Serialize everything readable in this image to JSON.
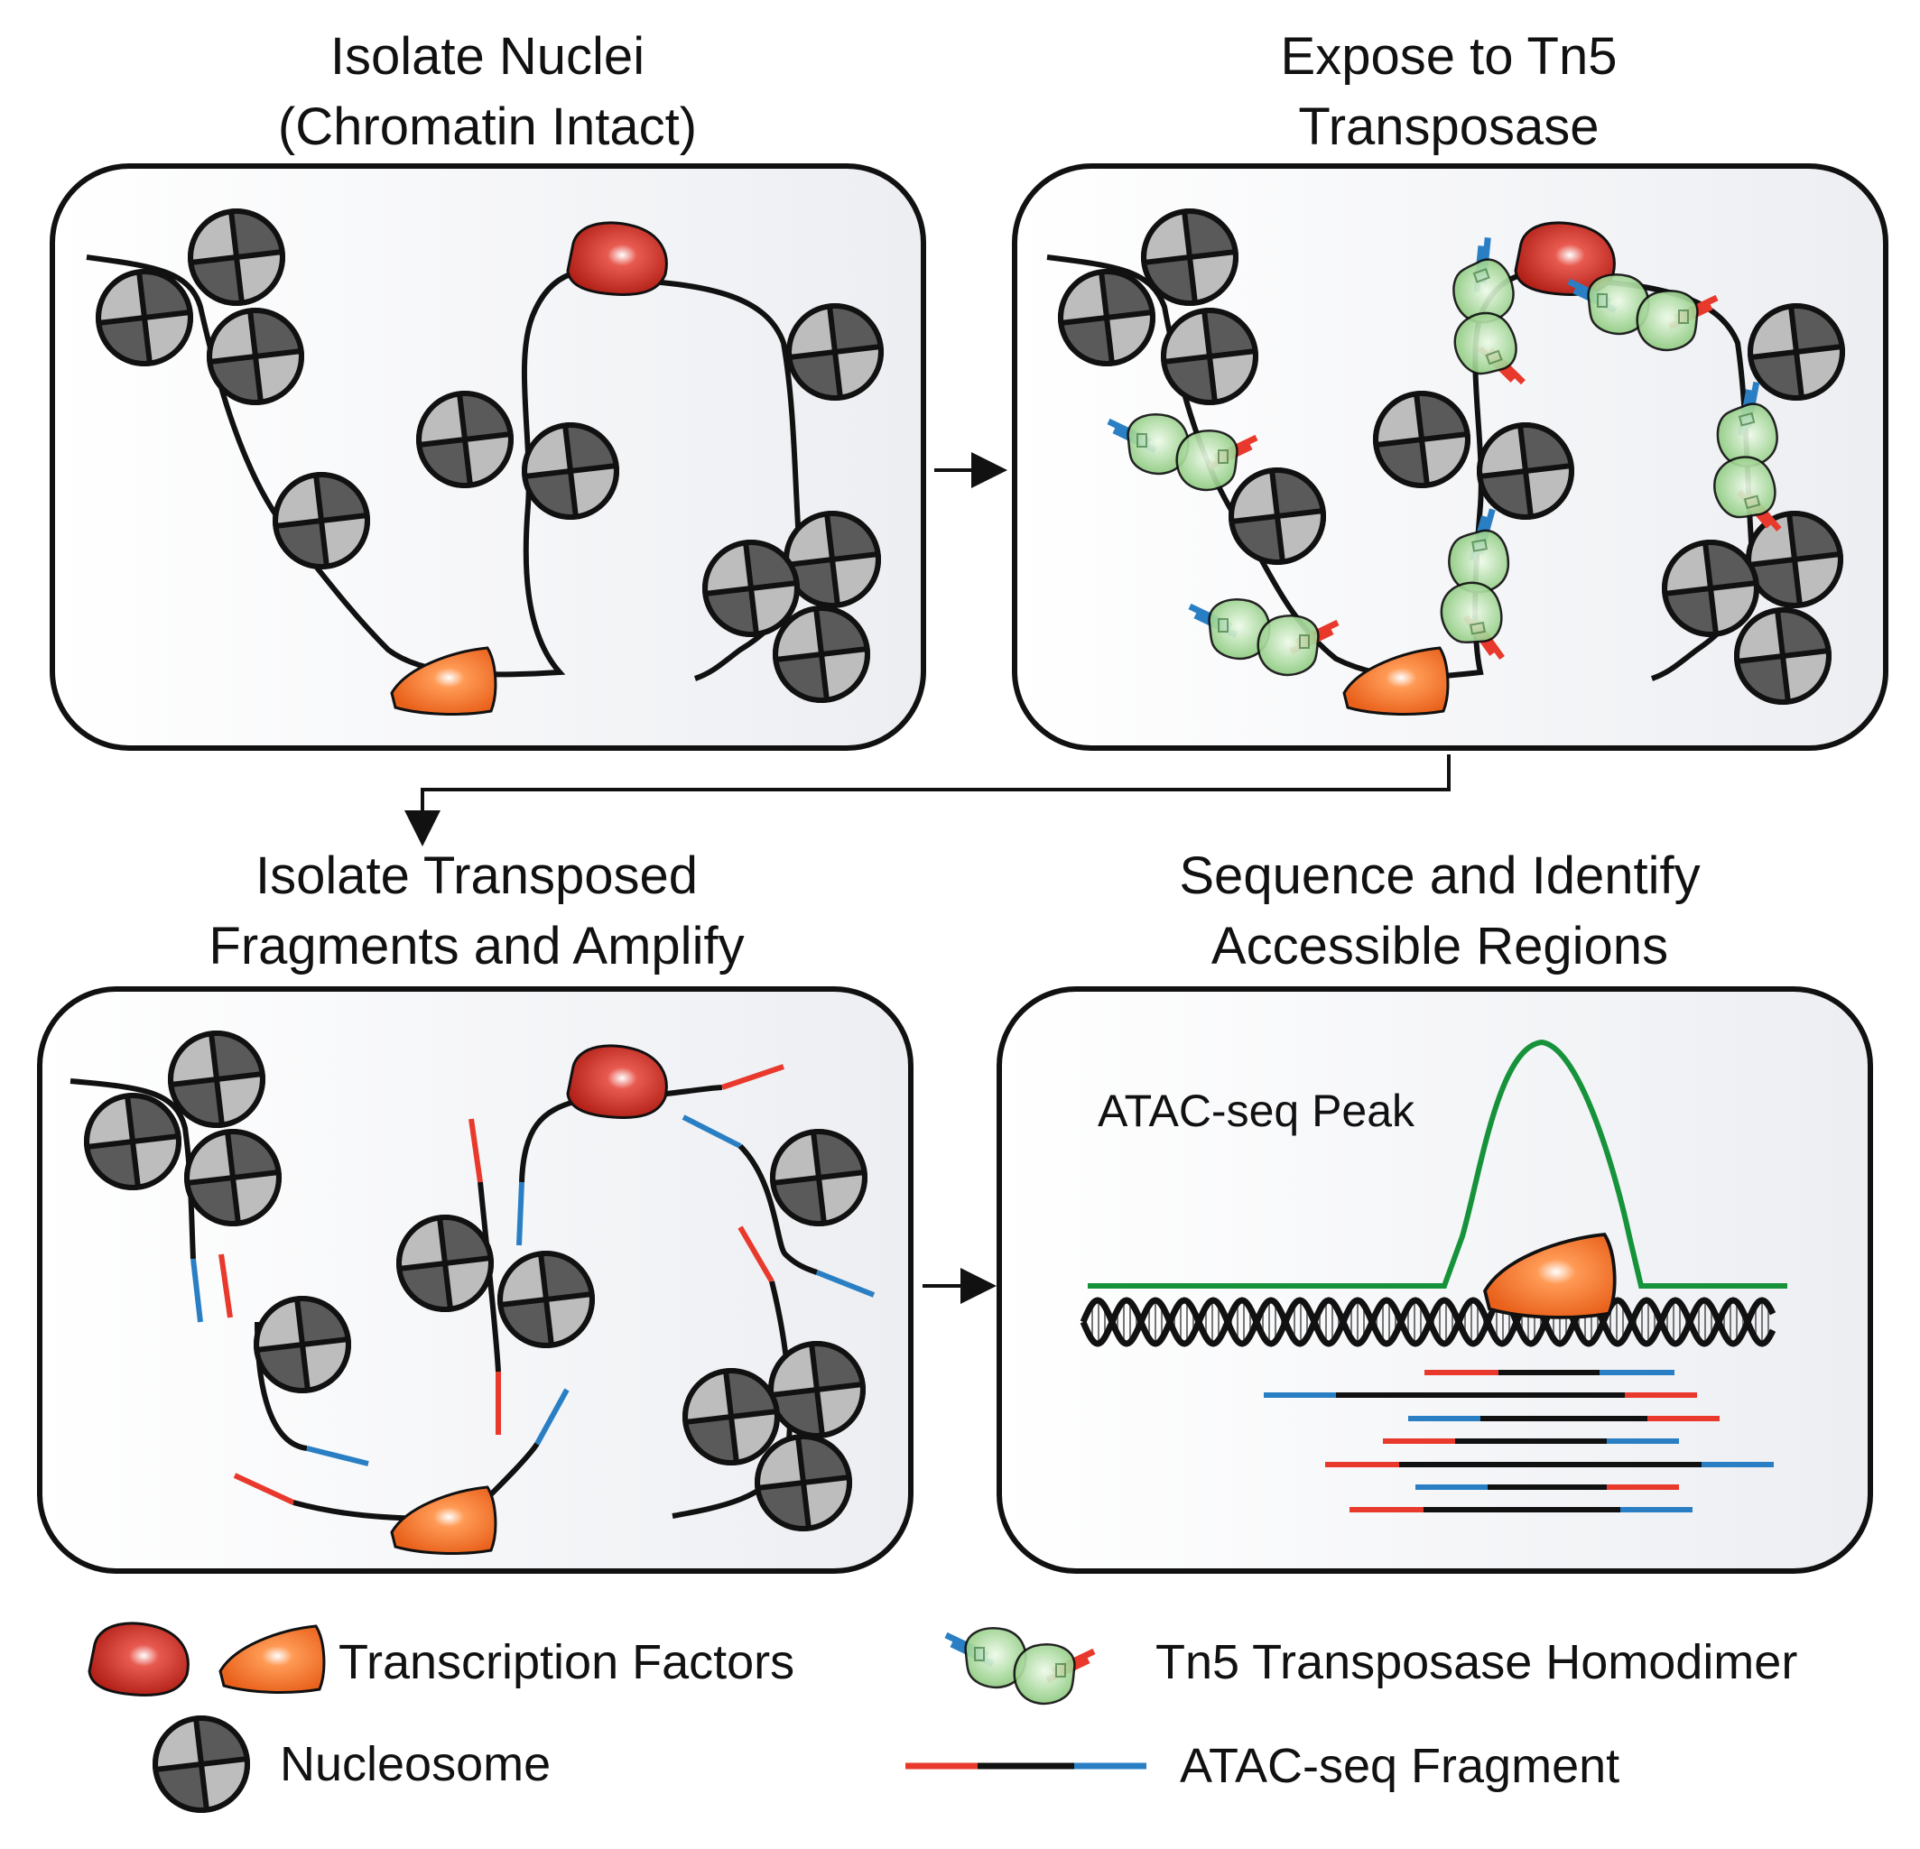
{
  "panels": {
    "p1": {
      "title_line1": "Isolate Nuclei",
      "title_line2": "(Chromatin Intact)"
    },
    "p2": {
      "title_line1": "Expose to Tn5",
      "title_line2": "Transposase"
    },
    "p3": {
      "title_line1": "Isolate Transposed",
      "title_line2": "Fragments and Amplify"
    },
    "p4": {
      "title_line1": "Sequence and Identify",
      "title_line2": "Accessible Regions",
      "peak_label": "ATAC-seq Peak"
    }
  },
  "legend": {
    "transcription_factors": "Transcription Factors",
    "nucleosome": "Nucleosome",
    "tn5": "Tn5 Transposase Homodimer",
    "fragment": "ATAC-seq Fragment"
  },
  "colors": {
    "tf_red": "#c8281e",
    "tf_orange": "#ef6a1f",
    "tn5_green": "#8fd07f",
    "adapter_red": "#e8392c",
    "adapter_blue": "#2a7fc4",
    "peak_green": "#16933a",
    "nucleosome_dark": "#555555",
    "nucleosome_light": "#bdbdbd"
  }
}
